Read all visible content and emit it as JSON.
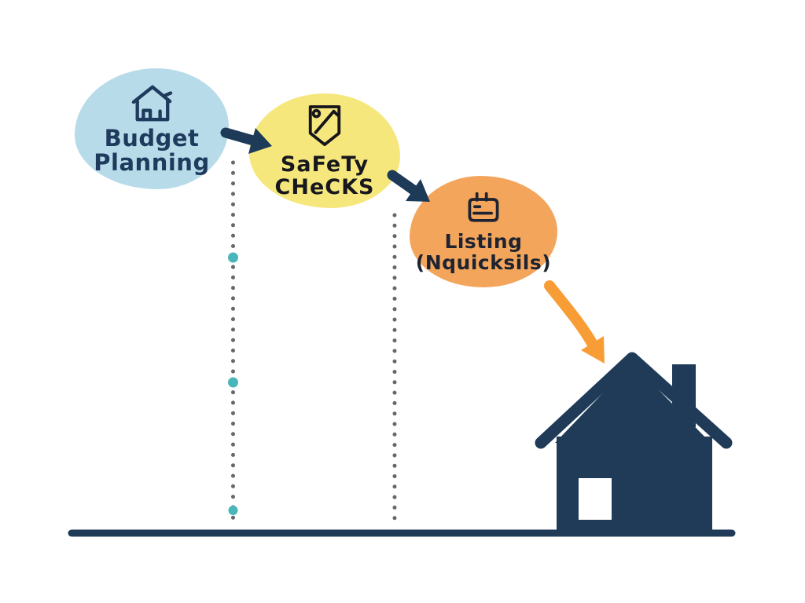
{
  "diagram": {
    "kind": "process-flow-illustration",
    "background": "#ffffff",
    "nodes": [
      {
        "id": "budget-planning",
        "lines": [
          "Budget",
          "Planning"
        ],
        "icon": "house-outline-icon",
        "fill": "#b7dbe9",
        "text_color": "#1e3a5c"
      },
      {
        "id": "safety-checks",
        "lines": [
          "SaFeTy",
          "CHeCKS"
        ],
        "icon": "shield-pencil-icon",
        "fill": "#f6e77c",
        "text_color": "#17171d"
      },
      {
        "id": "listing",
        "lines": [
          "Listing",
          "(Nquicksils)"
        ],
        "icon": "calendar-icon",
        "fill": "#f3a55c",
        "text_color": "#1d2330"
      }
    ],
    "connectors": [
      {
        "from": "budget-planning",
        "to": "safety-checks",
        "style": "thick-arrow",
        "color": "#1d3a58"
      },
      {
        "from": "safety-checks",
        "to": "listing",
        "style": "thick-arrow",
        "color": "#1d3a58"
      },
      {
        "from": "listing",
        "to": "house-silhouette",
        "style": "curved-arrow",
        "color": "#f89d35"
      }
    ],
    "guide_lines": [
      {
        "under": "budget-planning",
        "style": "dotted-vertical",
        "dot_color": "#63696f",
        "accent_dot_color": "#49b7b9",
        "accent_dot_count": 3
      },
      {
        "under": "safety-checks",
        "style": "dotted-vertical",
        "dot_color": "#63696f",
        "accent_dot_color": "#49b7b9",
        "accent_dot_count": 0
      }
    ],
    "house": {
      "id": "house-silhouette",
      "color": "#1f3b58",
      "window_color": "#ffffff"
    },
    "ground_line": {
      "color": "#1f3b58"
    }
  }
}
